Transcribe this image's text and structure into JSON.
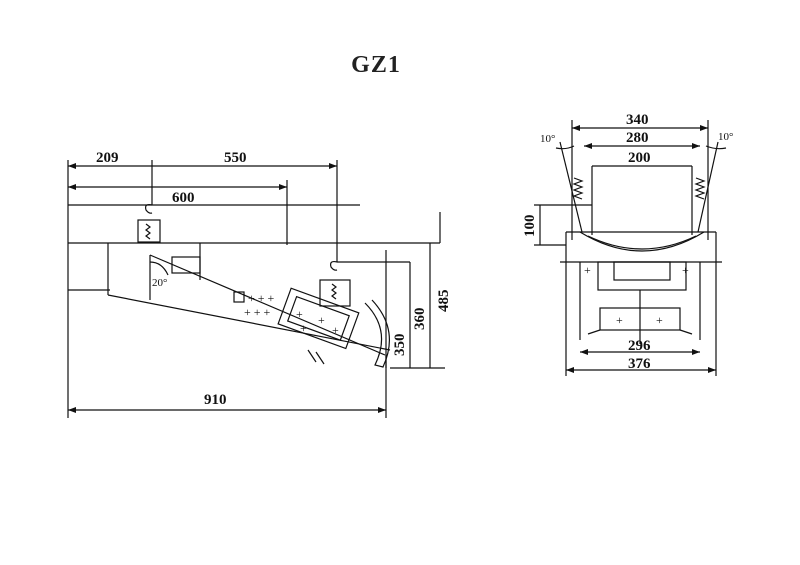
{
  "title": "GZ1",
  "side_view": {
    "dims": {
      "d209": "209",
      "d550": "550",
      "d600": "600",
      "d910": "910",
      "d485": "485",
      "d360": "360",
      "d350": "350",
      "angle": "20°"
    }
  },
  "front_view": {
    "dims": {
      "d340": "340",
      "d280": "280",
      "d200": "200",
      "d100": "100",
      "d296": "296",
      "d376": "376",
      "angle_left": "10°",
      "angle_right": "10°"
    }
  }
}
